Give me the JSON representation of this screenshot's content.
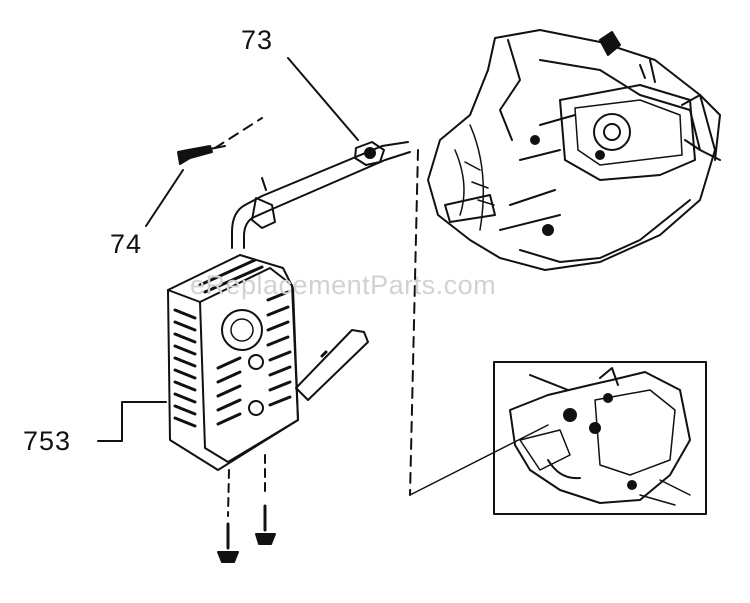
{
  "callouts": {
    "part_73": "73",
    "part_74": "74",
    "part_753": "753"
  },
  "watermark": "eReplacementParts.com",
  "colors": {
    "ink": "#111111",
    "paper": "#ffffff",
    "watermark": "#d2d2d2"
  }
}
